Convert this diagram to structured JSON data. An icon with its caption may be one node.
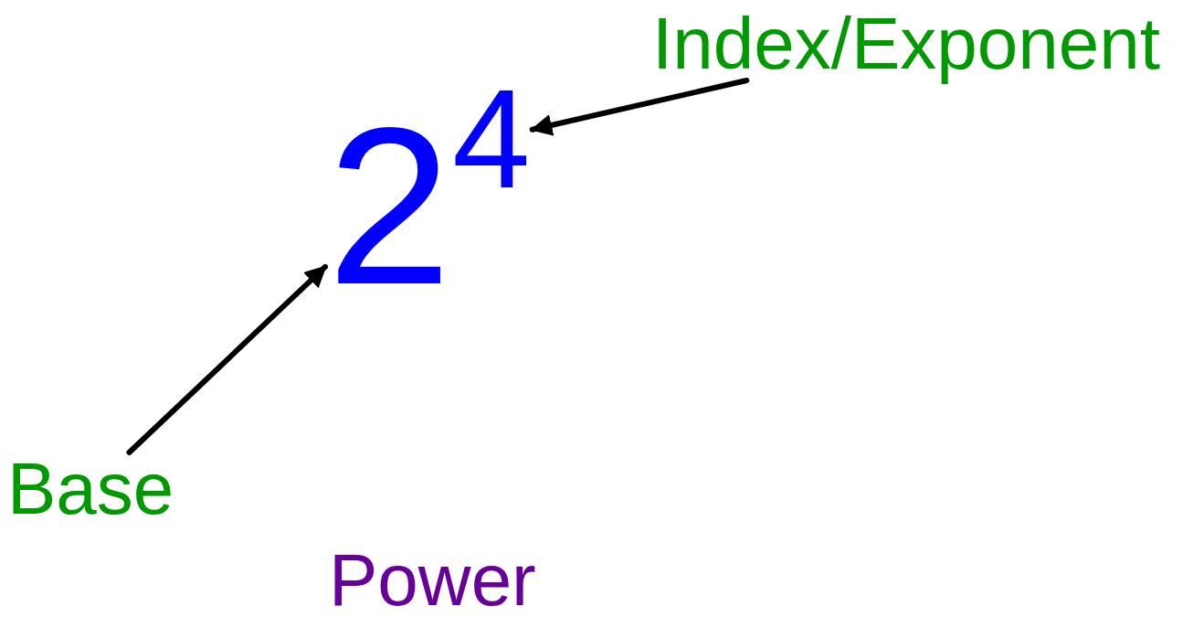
{
  "diagram": {
    "nodes": [
      {
        "text": [
          "Index/Exponent"
        ]
      },
      {
        "text": [
          "4"
        ]
      },
      {
        "text": [
          "2"
        ]
      },
      {
        "text": [
          "Base"
        ]
      }
    ],
    "edges": [
      {
        "from": 0,
        "to": 1,
        "arrow": "to"
      },
      {
        "from": 3,
        "to": 2,
        "arrow": "to"
      }
    ],
    "labels": [
      "Power"
    ]
  }
}
